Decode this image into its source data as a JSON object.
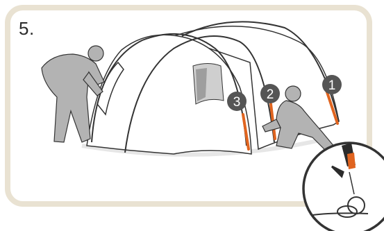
{
  "step": {
    "number": "5."
  },
  "callouts": [
    {
      "label": "1"
    },
    {
      "label": "2"
    },
    {
      "label": "3"
    }
  ],
  "colors": {
    "frame": "#e9e2d2",
    "figure": "#b3b3b3",
    "pole_accent": "#e0641f",
    "callout": "#555555",
    "line": "#333333"
  }
}
